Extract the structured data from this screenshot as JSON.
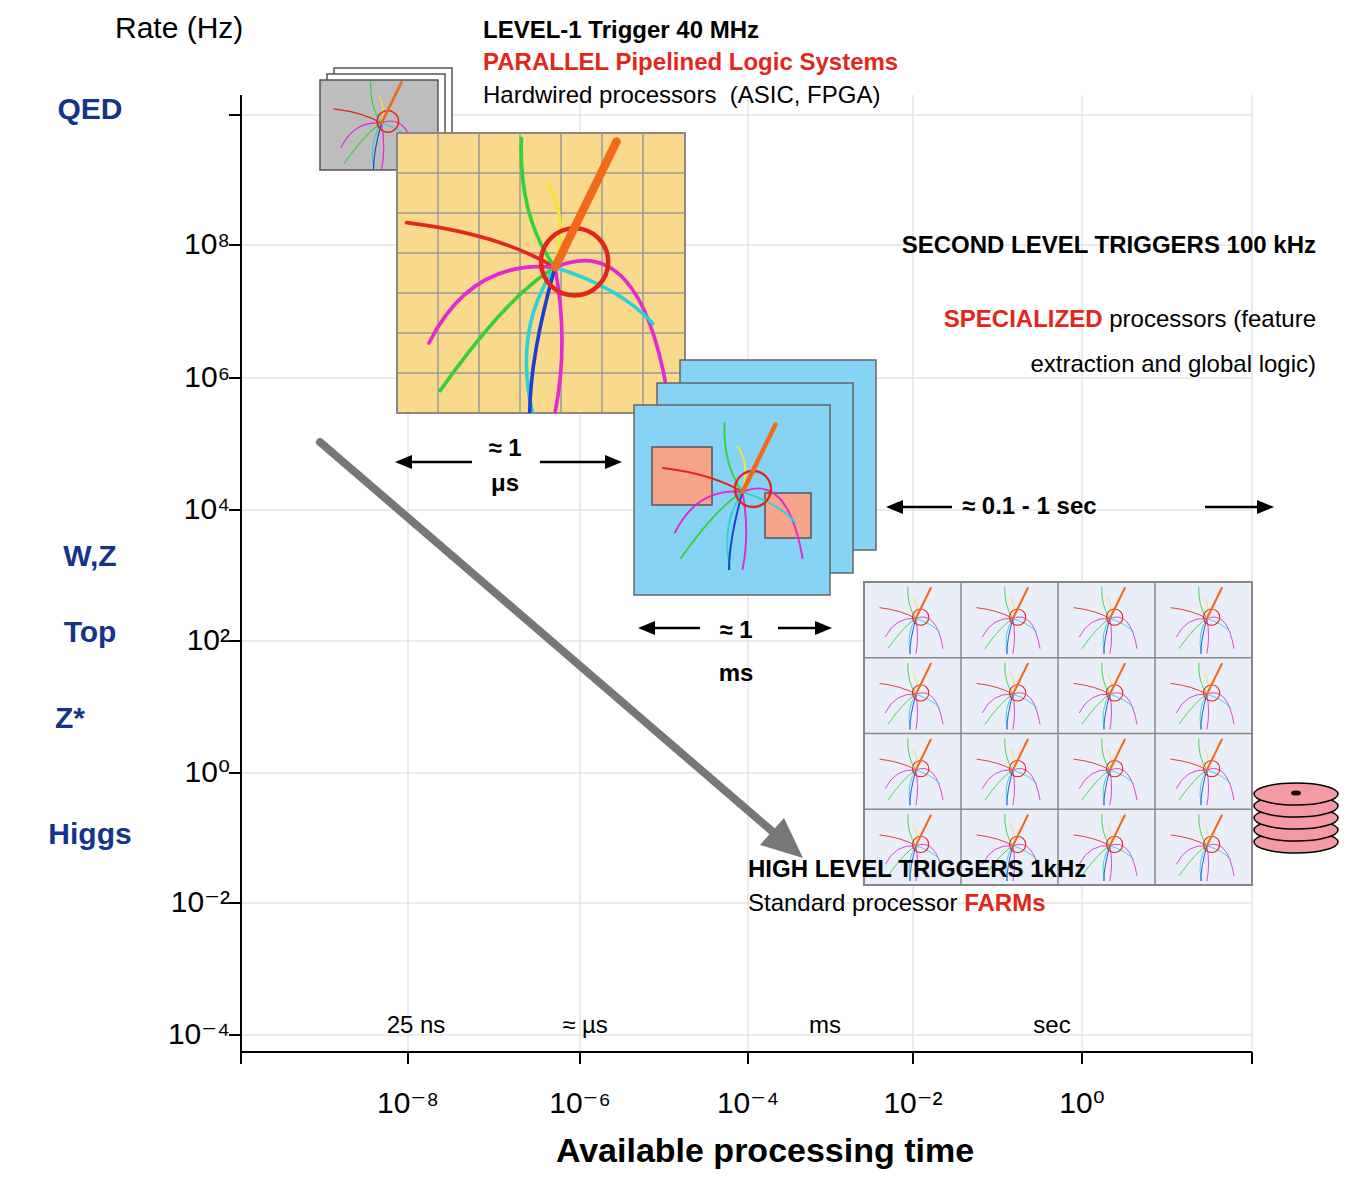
{
  "diagram": {
    "labels": [
      "Rate (Hz)",
      "LEVEL-1 Trigger 40 MHz",
      "PARALLEL Pipelined Logic Systems",
      "Hardwired processors  (ASIC, FPGA)",
      "QED",
      "10⁸",
      "SECOND LEVEL TRIGGERS 100 kHz",
      "SPECIALIZED",
      "processors (feature extraction and global logic)",
      "10⁶",
      "≈ 1 μs",
      "10⁴",
      "≈ 0.1 - 1 sec",
      "W,Z",
      "≈ 1 ms",
      "10²",
      "Top",
      "Z*",
      "10⁰",
      "Higgs",
      "HIGH LEVEL TRIGGERS 1kHz",
      "Standard processor",
      "FARMs",
      "10⁻²",
      "10⁻⁴",
      "25 ns",
      "≈ µs",
      "ms",
      "sec",
      "10⁻⁸",
      "10⁻⁶",
      "10⁻⁴",
      "10⁻²",
      "10⁰",
      "Available processing time"
    ]
  }
}
